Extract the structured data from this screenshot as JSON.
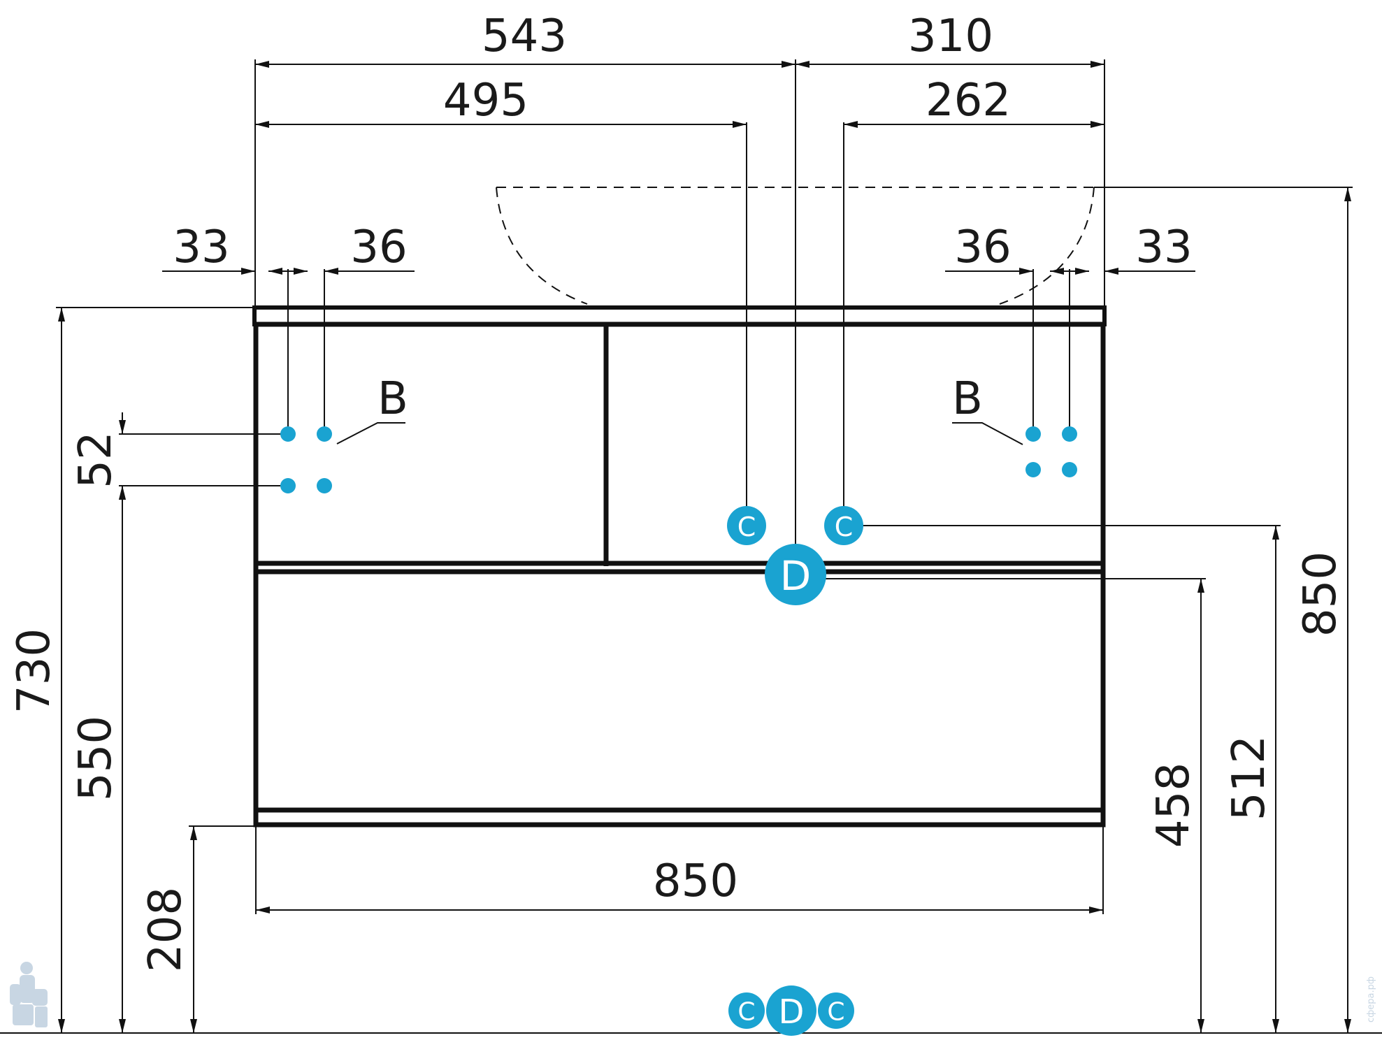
{
  "colors": {
    "line": "#111111",
    "accent": "#1aa3d1",
    "watermark": "#c8d6e3"
  },
  "dimensions": {
    "top_left_543": "543",
    "top_right_310": "310",
    "top_left_495": "495",
    "top_right_262": "262",
    "left_33": "33",
    "left_36": "36",
    "right_36": "36",
    "right_33": "33",
    "vert_52": "52",
    "vert_730": "730",
    "vert_550": "550",
    "vert_208": "208",
    "bottom_850": "850",
    "vert_458": "458",
    "vert_512": "512",
    "vert_850": "850"
  },
  "markers": {
    "connector_b": "B",
    "water_c": "C",
    "drain_d": "D"
  },
  "watermark": "сфера.рф"
}
